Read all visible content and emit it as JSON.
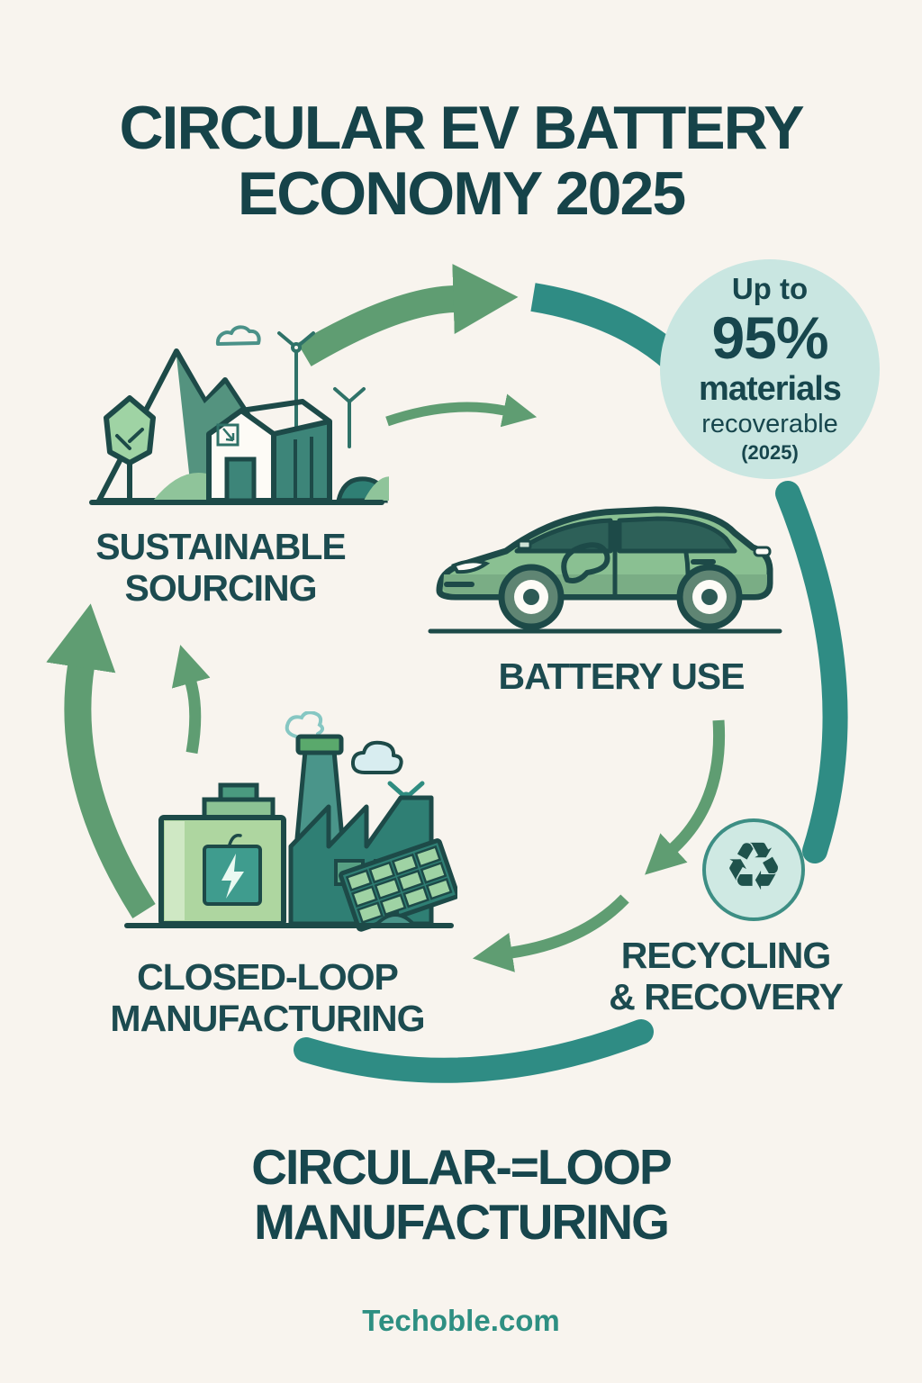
{
  "page": {
    "background": "#f8f4ee"
  },
  "title": {
    "line1": "CIRCULAR EV BATTERY",
    "line2": "ECONOMY 2025"
  },
  "badge": {
    "top": "Up to",
    "value": "95%",
    "mid": "materials",
    "sub": "recoverable",
    "year": "(2025)"
  },
  "stages": {
    "sourcing": {
      "line1": "SUSTAINABLE",
      "line2": "SOURCING"
    },
    "battery_use": {
      "line1": "BATTERY USE"
    },
    "recycling": {
      "line1": "RECYCLING",
      "line2": "& RECOVERY"
    },
    "manufacturing": {
      "line1": "CLOSED-LOOP",
      "line2": "MANUFACTURING"
    }
  },
  "bottom_heading": {
    "line1": "CIRCULAR-=LOOP",
    "line2": "MANUFACTURING"
  },
  "footer": {
    "brand": "Techoble.com"
  },
  "icons": {
    "recycle_glyph": "♻"
  },
  "colors": {
    "heading_dark_teal": "#164349",
    "label_dark_teal": "#1c4b50",
    "arrow_green": "#5f9d72",
    "arc_teal": "#2f8c84",
    "badge_bg": "#c9e6e1",
    "outline_ink": "#1d4a48",
    "footer_teal": "#2e8f82",
    "car_body_green": "#8ac092",
    "factory_teal": "#2f7f74",
    "battery_green": "#aed6a0"
  }
}
